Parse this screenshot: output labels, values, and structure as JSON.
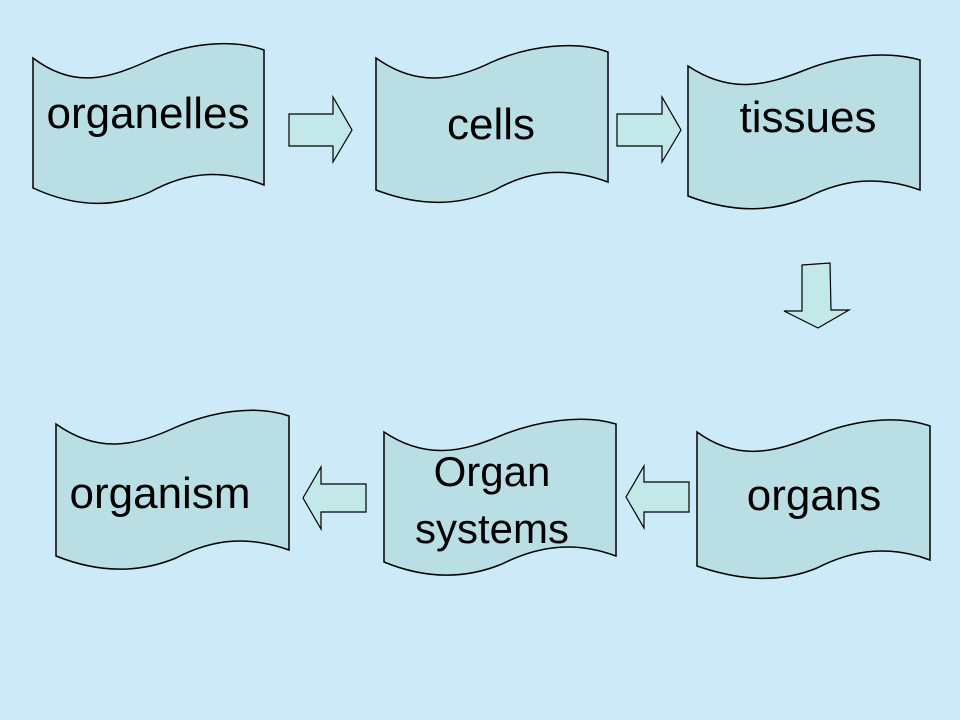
{
  "colors": {
    "background": "#cdeaf8",
    "shape_fill": "#b9dfe5",
    "arrow_fill": "#c3e8ea",
    "stroke": "#000000"
  },
  "nodes": {
    "organelles": "organelles",
    "cells": "cells",
    "tissues": "tissues",
    "organs": "organs",
    "organ_systems_line1": "Organ",
    "organ_systems_line2": "systems",
    "organism": "organism"
  }
}
